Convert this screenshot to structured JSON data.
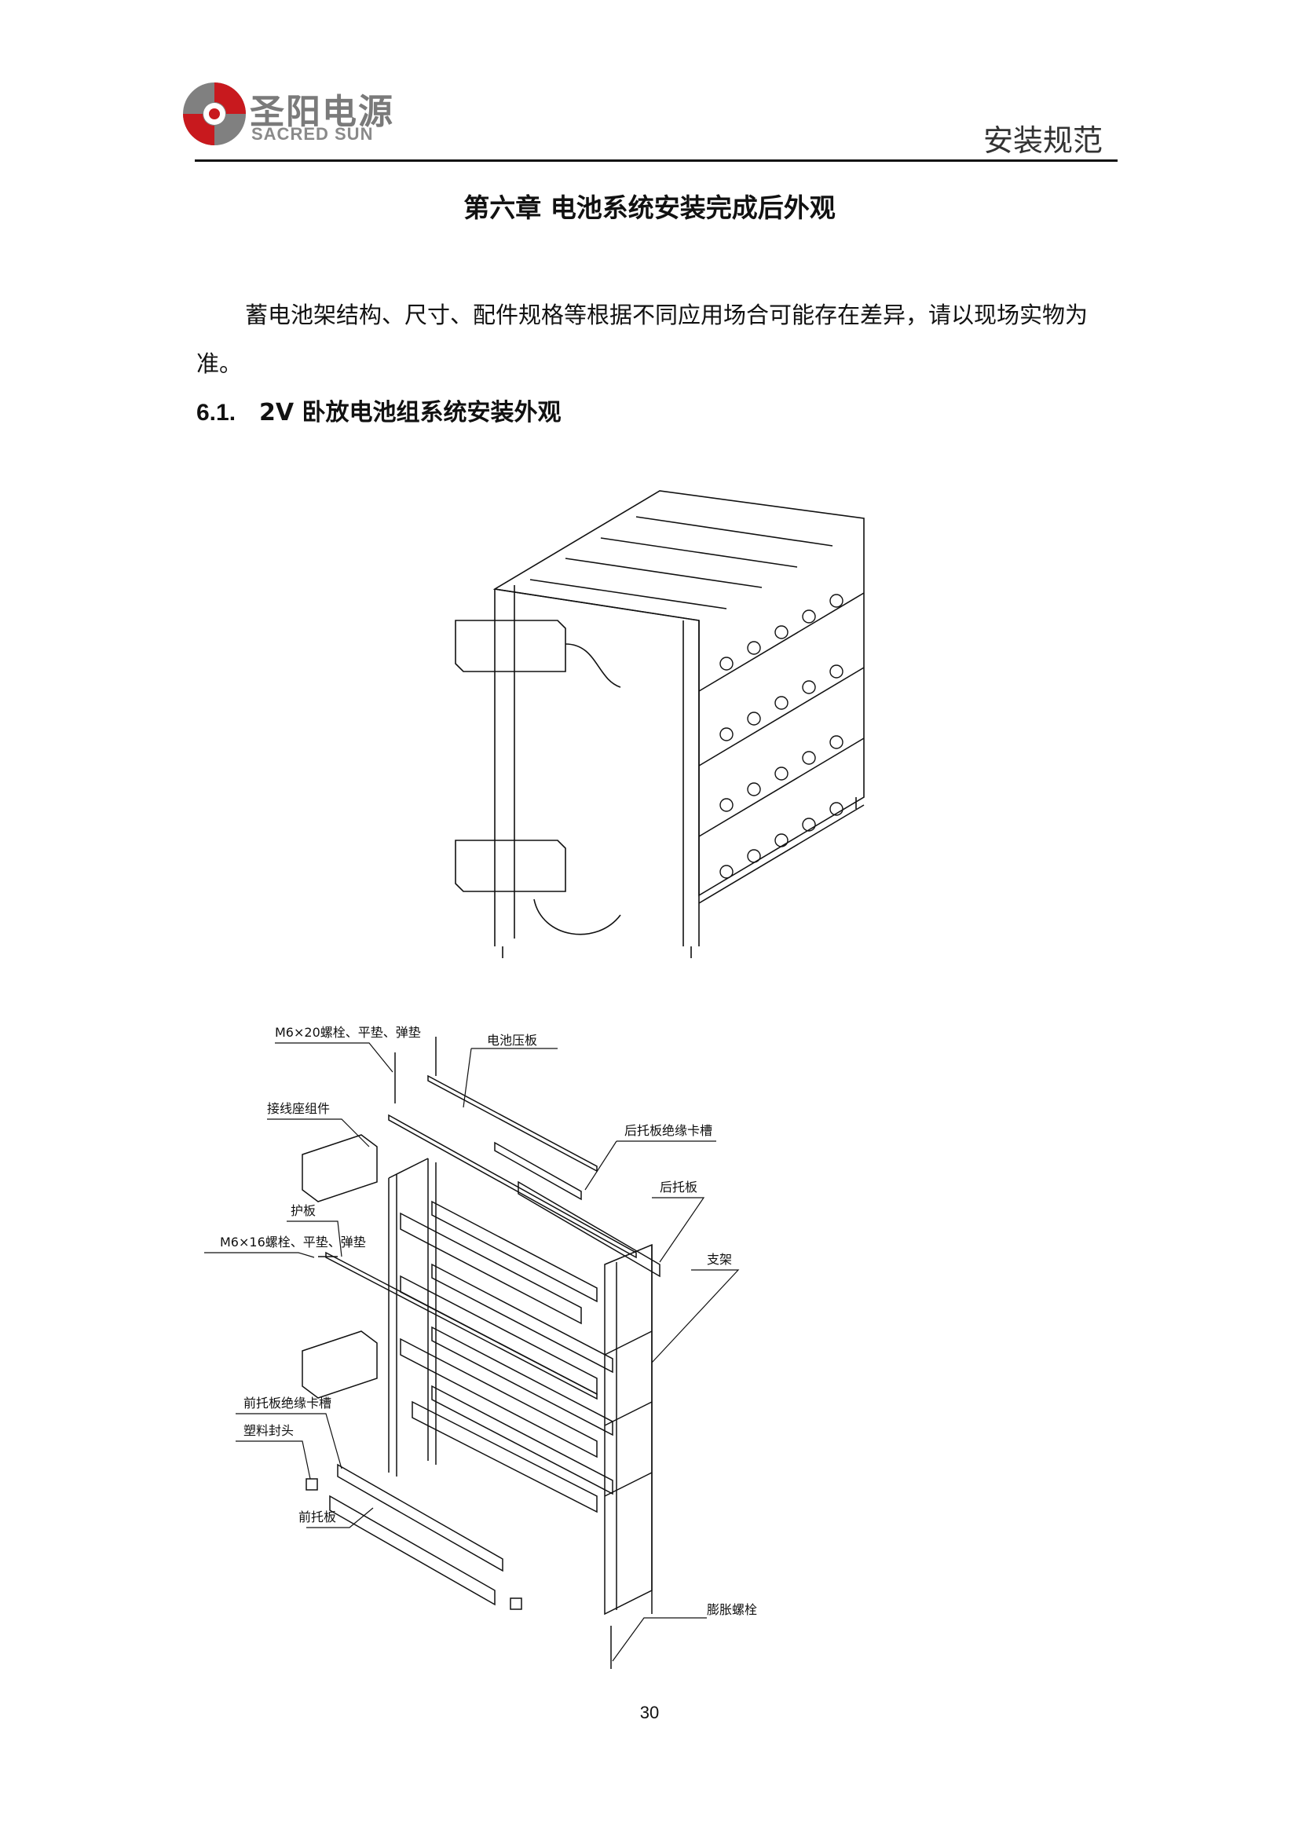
{
  "header": {
    "logo_cn": "圣阳电源",
    "logo_en": "SACRED SUN",
    "title": "安装规范"
  },
  "chapter_title": "第六章  电池系统安装完成后外观",
  "paragraph": "蓄电池架结构、尺寸、配件规格等根据不同应用场合可能存在差异，请以现场实物为准。",
  "section": {
    "number": "6.1.",
    "title": "2V 卧放电池组系统安装外观"
  },
  "exploded_view": {
    "labels": {
      "bolt_m6x20": "M6×20螺栓、平垫、弹垫",
      "battery_clamp": "电池压板",
      "terminal_block": "接线座组件",
      "rear_tray_slot": "后托板绝缘卡槽",
      "rear_tray": "后托板",
      "guard_plate": "护板",
      "bolt_m6x16": "M6×16螺栓、平垫、弹垫",
      "bracket": "支架",
      "front_tray_slot": "前托板绝缘卡槽",
      "plastic_cap": "塑料封头",
      "front_tray": "前托板",
      "expansion_bolt": "膨胀螺栓"
    }
  },
  "page_number": "30",
  "colors": {
    "logo_red": "#c8191e",
    "logo_gray": "#808080",
    "line": "#111111"
  }
}
